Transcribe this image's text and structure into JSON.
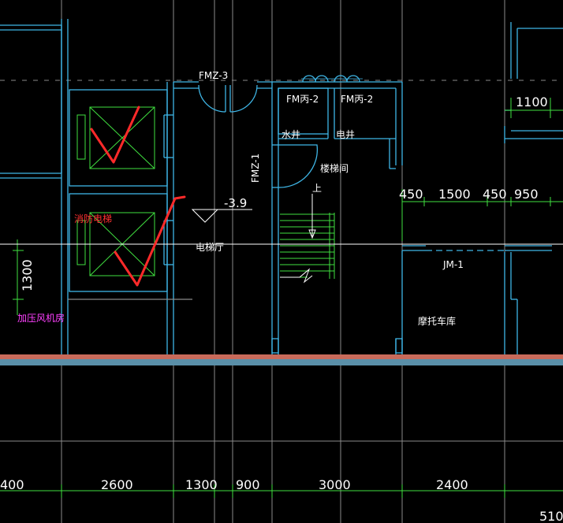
{
  "labels": {
    "fm_z3": "FMZ-3",
    "fm_b2_left": "FM丙-2",
    "fm_b2_right": "FM丙-2",
    "water_shaft": "水井",
    "elec_shaft": "电井",
    "fm_z1": "FMZ-1",
    "stairwell": "楼梯间",
    "up": "上",
    "level": "-3.9",
    "fire_elevator": "消防电梯",
    "elevator_hall": "电梯厅",
    "pressure_fan_room": "加压风机房",
    "jm1": "JM-1",
    "moto_garage": "摩托车库"
  },
  "dimensions": {
    "right_top": "1100",
    "mid_row": [
      "450",
      "1500",
      "450",
      "950"
    ],
    "left_vertical": "1300",
    "bottom_row": [
      "400",
      "2600",
      "1300",
      "900",
      "3000",
      "2400"
    ],
    "bottom_right": "510"
  },
  "colors": {
    "background": "#000000",
    "wall": "#3fb6e6",
    "dim_line": "#40e040",
    "annotation": "#ff3030",
    "magenta": "#ff40ff",
    "band_top": "#c86a5a",
    "band_bottom": "#5a8fa8"
  }
}
